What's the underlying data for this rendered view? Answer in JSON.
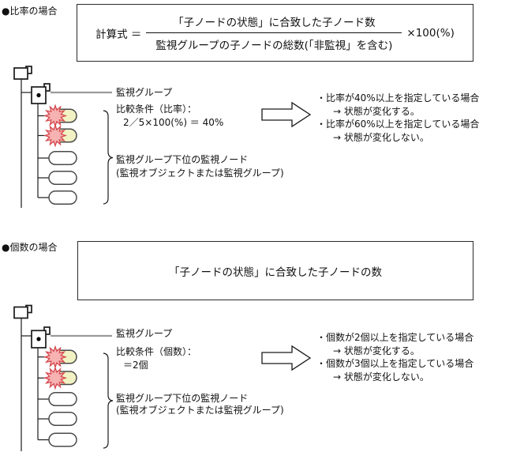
{
  "colors": {
    "alert_fill": "#f7b2b2",
    "alert_border": "#d5494f",
    "pill_alert_fill": "#f1f1c3",
    "pill_fill": "#ffffff",
    "tree_line": "#1a1a1a",
    "connector_gray": "#9a9a9a",
    "box_border": "#2a2a2a"
  },
  "sections": [
    {
      "heading": "●比率の場合",
      "formula": {
        "lhs": "計算式 ＝",
        "numerator": "「子ノードの状態」に合致した子ノード数",
        "denominator": "監視グループの子ノードの総数(「非監視」を含む)",
        "rhs": "×100(%)"
      },
      "labels": {
        "group": "監視グループ",
        "condition": "比較条件（比率）：",
        "calc": "2／5×100(%) ＝ 40%",
        "children_line1": "監視グループ下位の監視ノード",
        "children_line2": "(監視オブジェクトまたは監視グループ)"
      },
      "notes": [
        "・比率が40%以上を指定している場合",
        "→ 状態が変化する。",
        "・比率が60%以上を指定している場合",
        "→ 状態が変化しない。"
      ]
    },
    {
      "heading": "●個数の場合",
      "formula_text": "「子ノードの状態」に合致した子ノードの数",
      "labels": {
        "group": "監視グループ",
        "condition": "比較条件（個数）：",
        "calc": "＝2個",
        "children_line1": "監視グループ下位の監視ノード",
        "children_line2": "(監視オブジェクトまたは監視グループ)"
      },
      "notes": [
        "・個数が2個以上を指定している場合",
        "→ 状態が変化する。",
        "・個数が3個以上を指定している場合",
        "→ 状態が変化しない。"
      ]
    }
  ]
}
